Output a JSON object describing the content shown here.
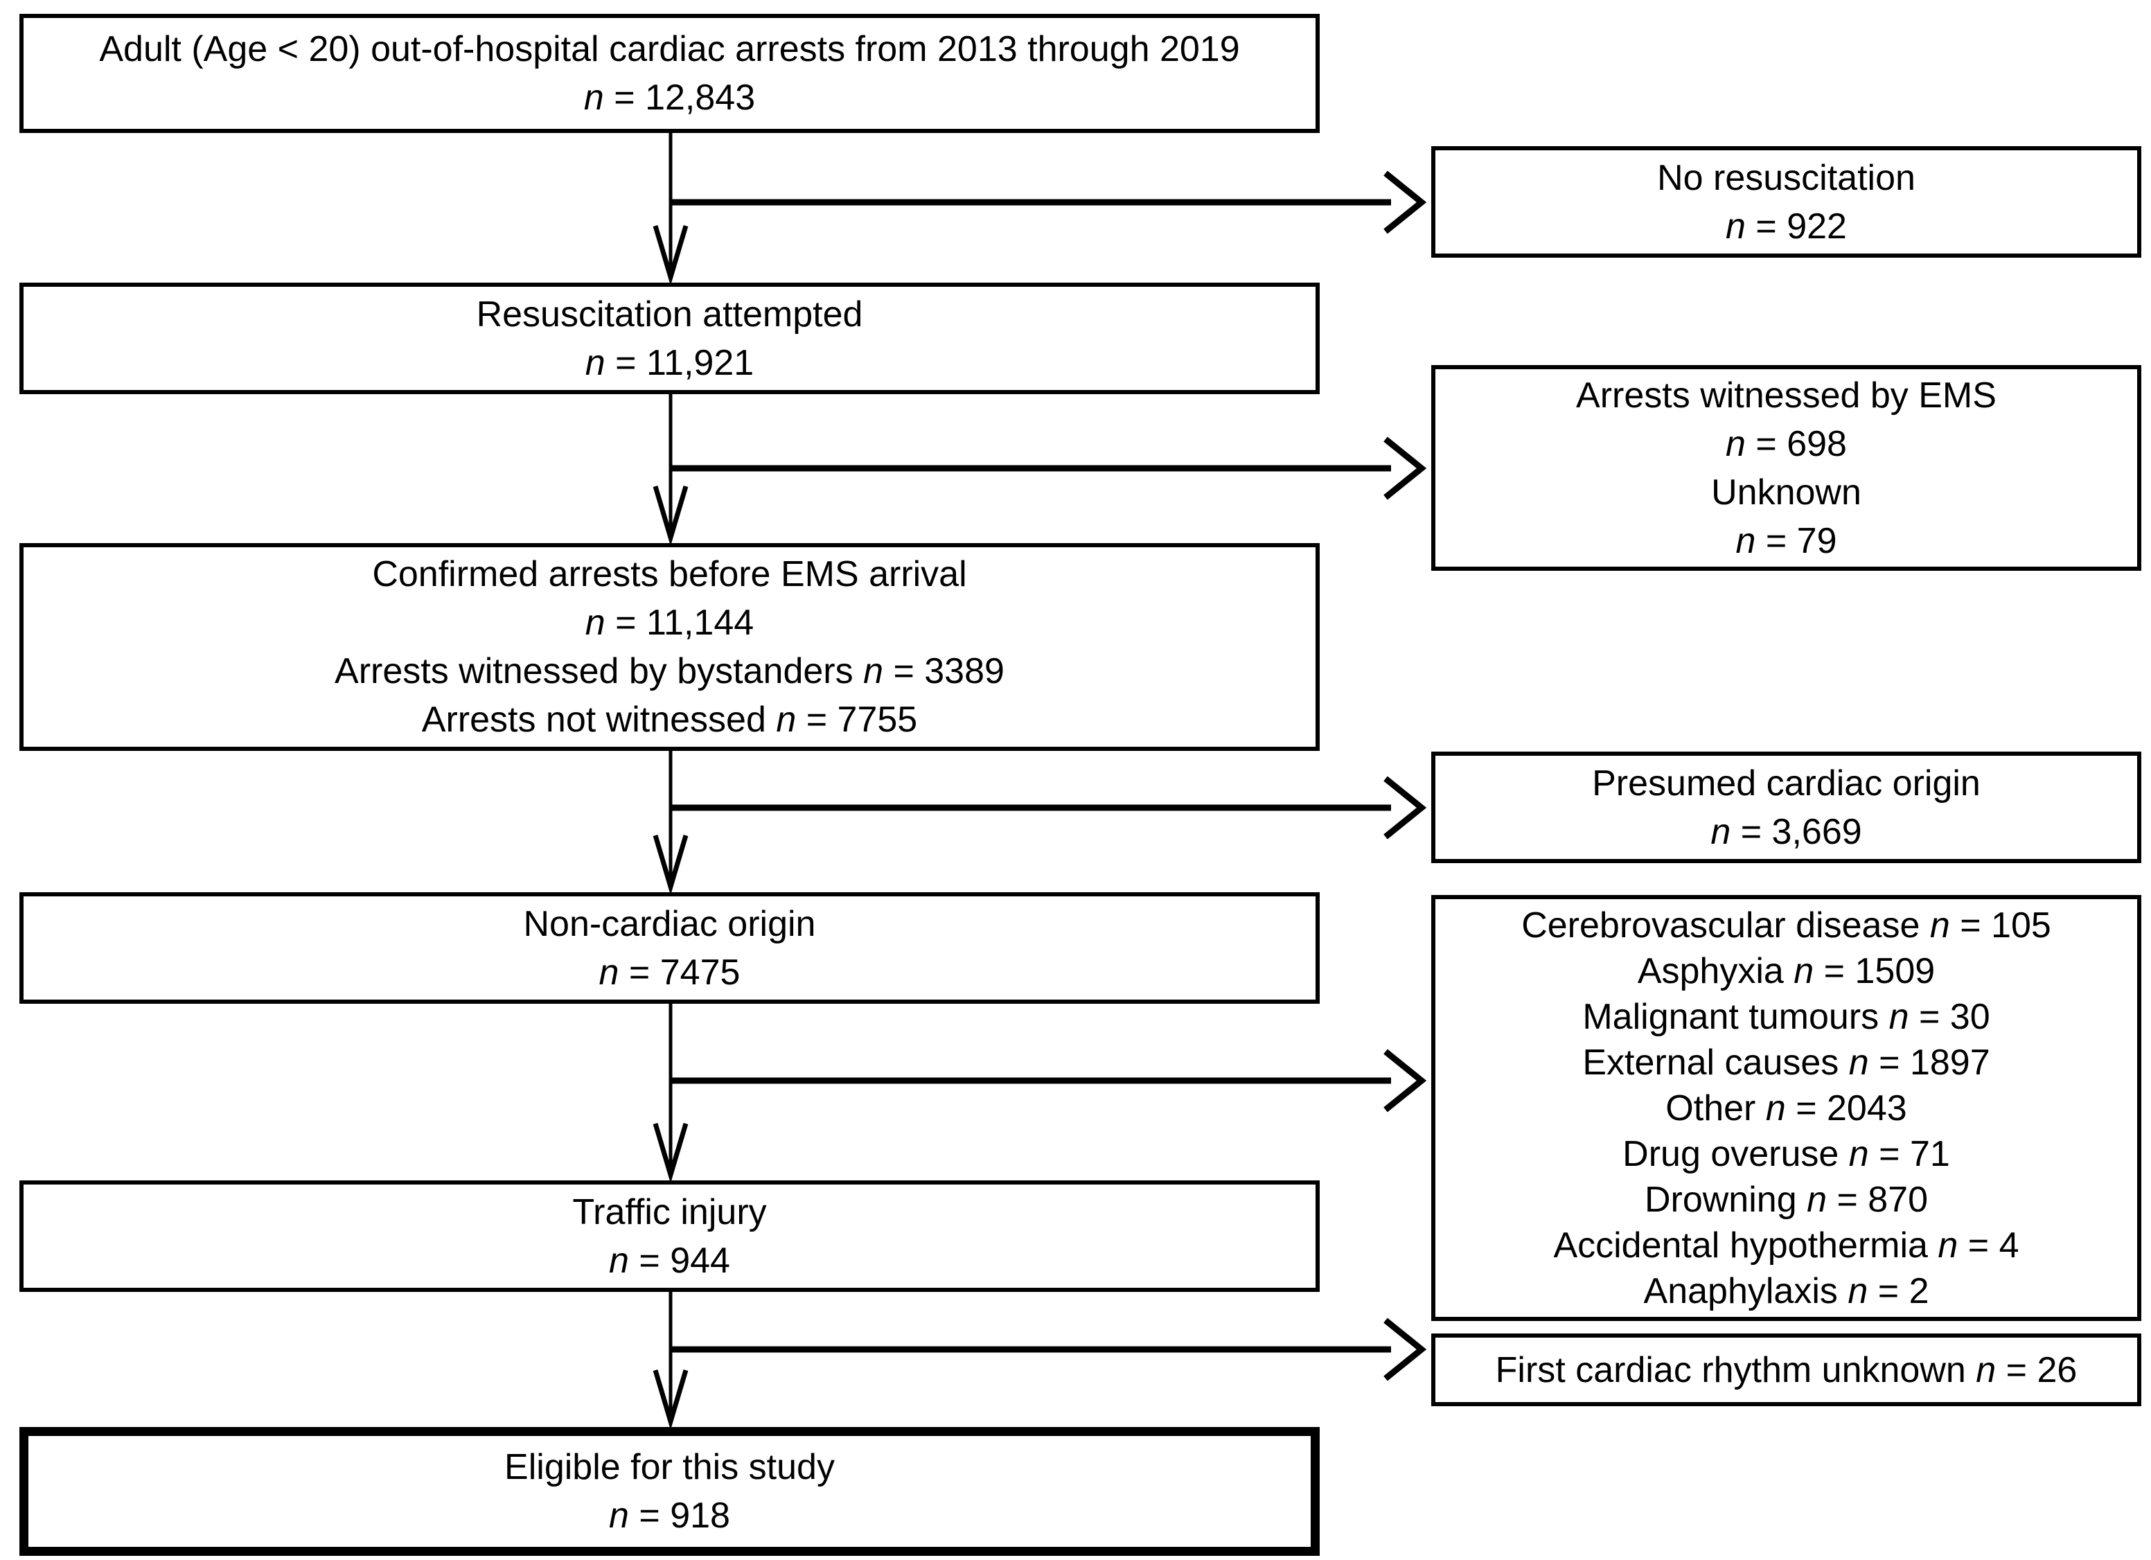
{
  "diagram": {
    "kind": "study-flowchart",
    "colors": {
      "line": "#000000",
      "text": "#000000",
      "background": "#ffffff"
    },
    "main_flow": [
      {
        "name": "source-population",
        "lines": [
          "Adult (Age < 20) out-of-hospital cardiac arrests from 2013 through 2019",
          "n = 12,843"
        ]
      },
      {
        "name": "resuscitation-attempted",
        "lines": [
          "Resuscitation attempted",
          "n = 11,921"
        ]
      },
      {
        "name": "confirmed-arrests",
        "lines": [
          "Confirmed arrests before EMS arrival",
          "n = 11,144",
          "Arrests witnessed by bystanders n = 3389",
          "Arrests not witnessed n = 7755"
        ]
      },
      {
        "name": "non-cardiac-origin",
        "lines": [
          "Non-cardiac origin",
          "n = 7475"
        ]
      },
      {
        "name": "traffic-injury",
        "lines": [
          "Traffic injury",
          "n = 944"
        ]
      },
      {
        "name": "eligible",
        "lines": [
          "Eligible for this study",
          "n = 918"
        ]
      }
    ],
    "exclusions": [
      {
        "name": "no-resuscitation",
        "lines": [
          "No resuscitation",
          "n = 922"
        ]
      },
      {
        "name": "ems-witnessed",
        "lines": [
          "Arrests witnessed by EMS",
          "n = 698",
          "Unknown",
          "n = 79"
        ]
      },
      {
        "name": "presumed-cardiac-origin",
        "lines": [
          "Presumed cardiac origin",
          "n = 3,669"
        ]
      },
      {
        "name": "non-cardiac-causes",
        "lines": [
          "Cerebrovascular disease n = 105",
          "Asphyxia n = 1509",
          "Malignant tumours n = 30",
          "External causes n = 1897",
          "Other n = 2043",
          "Drug overuse n = 71",
          "Drowning n = 870",
          "Accidental hypothermia n = 4",
          "Anaphylaxis n = 2"
        ]
      },
      {
        "name": "first-rhythm-unknown",
        "lines": [
          "First cardiac rhythm unknown n = 26"
        ]
      }
    ]
  }
}
